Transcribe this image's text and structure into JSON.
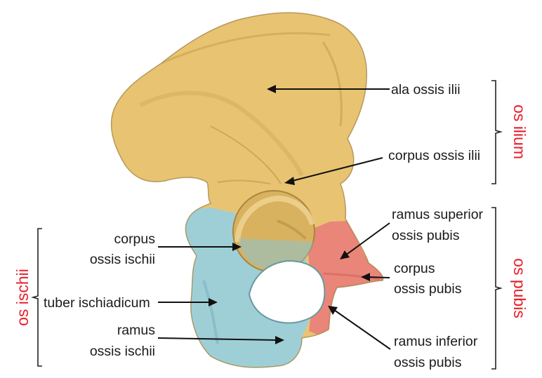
{
  "colors": {
    "ilium": "#e8c472",
    "ischium": "#9fcfd6",
    "pubis": "#ea8579",
    "label_text": "#1a1a1a",
    "group_text": "#e8202a"
  },
  "labels": {
    "ala_ossis_ilii": "ala ossis ilii",
    "corpus_ossis_ilii": "corpus ossis ilii",
    "ramus_superior_1": "ramus superior",
    "ramus_superior_2": "ossis pubis",
    "corpus_ossis_pubis_1": "corpus",
    "corpus_ossis_pubis_2": "ossis pubis",
    "ramus_inferior_1": "ramus inferior",
    "ramus_inferior_2": "ossis pubis",
    "corpus_ossis_ischii_1": "corpus",
    "corpus_ossis_ischii_2": "ossis ischii",
    "tuber_ischiadicum": "tuber ischiadicum",
    "ramus_ossis_ischii_1": "ramus",
    "ramus_ossis_ischii_2": "ossis ischii"
  },
  "groups": {
    "os_ilium": "os ilium",
    "os_pubis": "os pubis",
    "os_ischii": "os ischii"
  }
}
